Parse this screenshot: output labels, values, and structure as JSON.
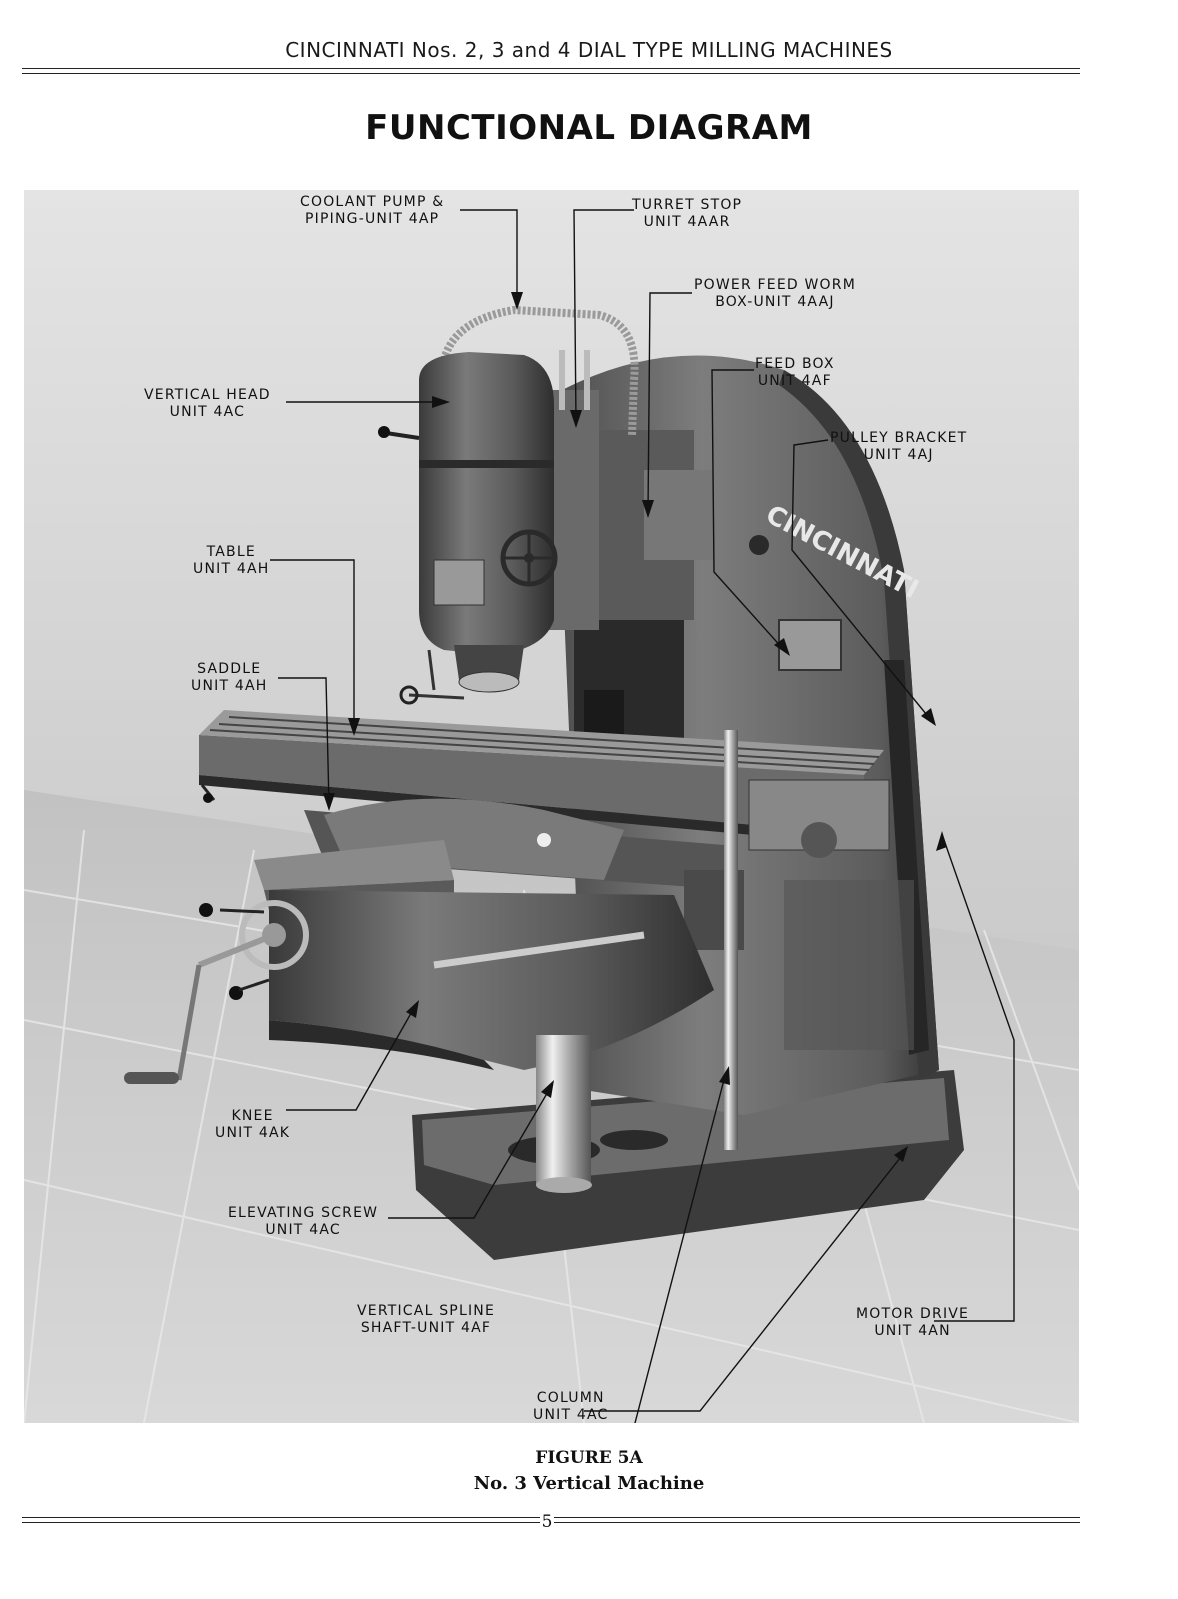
{
  "header": {
    "running_title": "CINCINNATI Nos. 2, 3 and 4 DIAL TYPE MILLING MACHINES"
  },
  "page_title": "FUNCTIONAL DIAGRAM",
  "labels": {
    "coolant": {
      "line1": "COOLANT PUMP &",
      "line2": "PIPING-UNIT 4AP"
    },
    "turret": {
      "line1": "TURRET STOP",
      "line2": "UNIT 4AAR"
    },
    "worm": {
      "line1": "POWER FEED WORM",
      "line2": "BOX-UNIT 4AAJ"
    },
    "feedbox": {
      "line1": "FEED BOX",
      "line2": "UNIT 4AF"
    },
    "pulley": {
      "line1": "PULLEY BRACKET",
      "line2": "UNIT 4AJ"
    },
    "head": {
      "line1": "VERTICAL HEAD",
      "line2": "UNIT 4AC"
    },
    "table": {
      "line1": "TABLE",
      "line2": "UNIT 4AH"
    },
    "saddle": {
      "line1": "SADDLE",
      "line2": "UNIT 4AH"
    },
    "knee": {
      "line1": "KNEE",
      "line2": "UNIT 4AK"
    },
    "elevating": {
      "line1": "ELEVATING SCREW",
      "line2": "UNIT 4AC"
    },
    "spline": {
      "line1": "VERTICAL SPLINE",
      "line2": "SHAFT-UNIT 4AF"
    },
    "column": {
      "line1": "COLUMN",
      "line2": "UNIT 4AC"
    },
    "motor": {
      "line1": "MOTOR DRIVE",
      "line2": "UNIT 4AN"
    }
  },
  "machine_brand": "CINCINNATI",
  "figure": {
    "number": "FIGURE 5A",
    "caption": "No. 3 Vertical Machine"
  },
  "page_number": "5"
}
